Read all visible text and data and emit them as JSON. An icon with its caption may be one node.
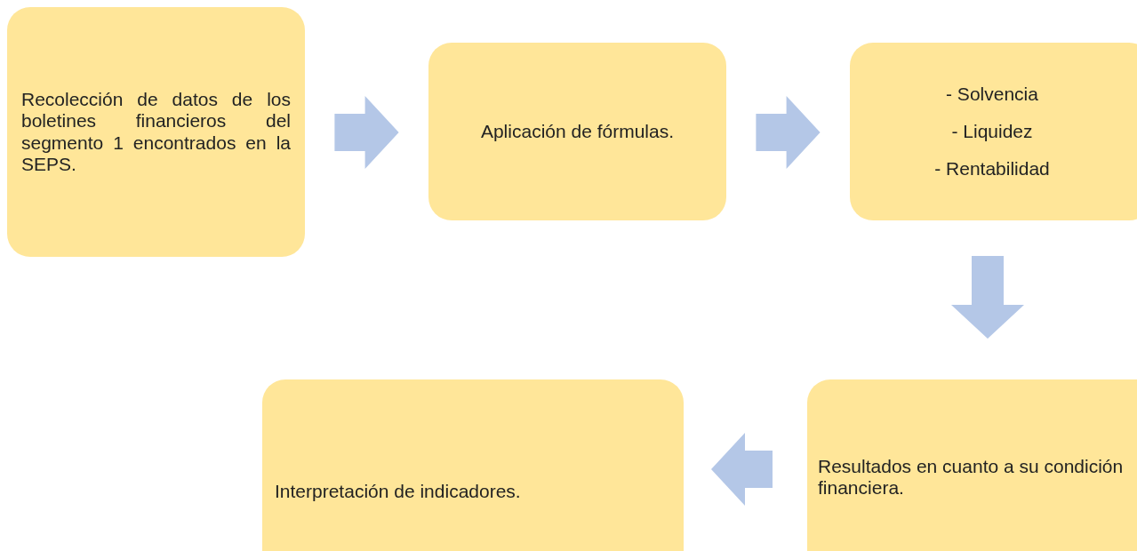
{
  "diagram": {
    "nodes": [
      {
        "text": [
          "Recolección de datos de los boletines financieros del segmento 1 encontrados en la SEPS."
        ]
      },
      {
        "text": [
          "Aplicación de fórmulas."
        ]
      },
      {
        "text": [
          "- Solvencia",
          "- Liquidez",
          "- Rentabilidad"
        ]
      },
      {
        "text": [
          "Resultados en cuanto a su condición financiera."
        ]
      },
      {
        "text": [
          "Interpretación de indicadores."
        ]
      }
    ],
    "edges": [
      {
        "from": 0,
        "to": 1,
        "arrow": "to"
      },
      {
        "from": 1,
        "to": 2,
        "arrow": "to"
      },
      {
        "from": 2,
        "to": 3,
        "arrow": "to"
      },
      {
        "from": 3,
        "to": 4,
        "arrow": "to"
      }
    ]
  }
}
